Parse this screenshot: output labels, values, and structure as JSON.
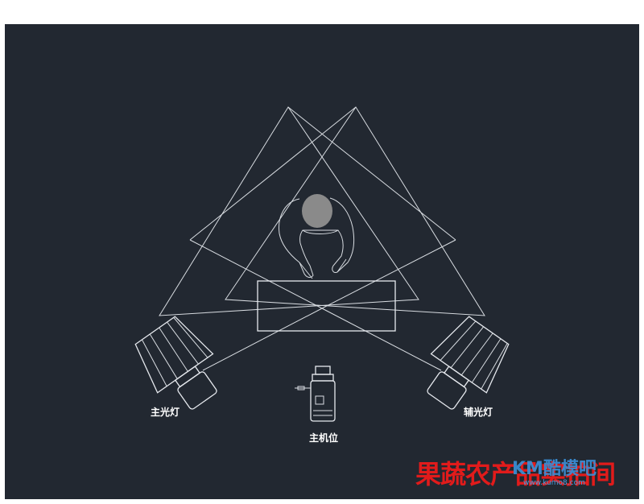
{
  "labels": {
    "key_light": "主光灯",
    "fill_light": "辅光灯",
    "main_camera": "主机位"
  },
  "watermark": {
    "red_text": "果蔬农产品实拍间",
    "blue_text": "KM酷模吧",
    "url": "www.kumo8.com"
  },
  "colors": {
    "background": "#222831",
    "line": "#d9dde2",
    "head": "#8a8a8a",
    "watermark_red": "#e11b1b",
    "watermark_blue": "#3a8fd6"
  }
}
